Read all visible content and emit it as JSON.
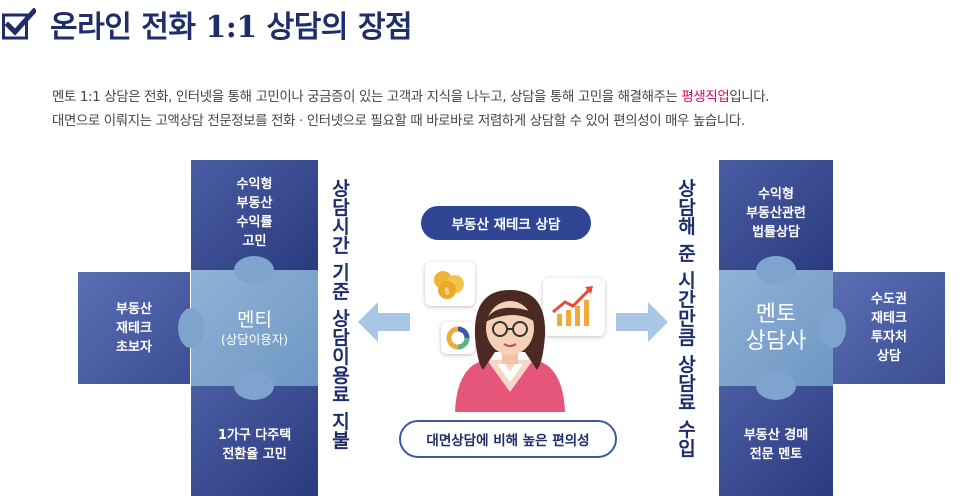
{
  "header": {
    "title": "온라인 전화 1:1 상담의 장점",
    "icon": "checkbox-icon"
  },
  "description": {
    "line1_before": "멘토 1:1 상담은 전화, 인터넷을 통해 고민이나 궁금증이 있는 고객과 지식을 나누고, 상담을 통해 고민을 해결해주는 ",
    "line1_highlight": "평생직업",
    "line1_after": "입니다.",
    "line2": "대면으로 이뤄지는 고액상담 전문정보를 전화 · 인터넷으로 필요할 때 바로바로 저렴하게 상담할 수 있어 편의성이 매우 높습니다.",
    "highlight_color": "#e1006a"
  },
  "left_puzzle": {
    "top": [
      "수익형",
      "부동산",
      "수익률",
      "고민"
    ],
    "left": [
      "부동산",
      "재테크",
      "초보자"
    ],
    "center_main": "멘티",
    "center_sub": "(상담이용자)",
    "bottom": [
      "1가구 다주택",
      "전환율 고민"
    ]
  },
  "right_puzzle": {
    "top": [
      "수익형",
      "부동산관련",
      "법률상담"
    ],
    "right": [
      "수도권",
      "재테크",
      "투자처",
      "상담"
    ],
    "center_main": [
      "멘토",
      "상담사"
    ],
    "bottom": [
      "부동산 경매",
      "전문 멘토"
    ]
  },
  "left_vertical": [
    "상",
    "담",
    "시",
    "간",
    " ",
    "기",
    "준",
    " ",
    "상",
    "담",
    "이",
    "용",
    "료",
    " ",
    "지",
    "불"
  ],
  "right_vertical": [
    "상",
    "담",
    "해",
    " ",
    "준",
    " ",
    "시",
    "간",
    "만",
    "큼",
    " ",
    "상",
    "담",
    "료",
    " ",
    "수",
    "입"
  ],
  "center": {
    "top_pill": "부동산 재테크 상담",
    "bottom_pill": "대면상담에 비해 높은 편의성",
    "icons": [
      "coins-icon",
      "chart-growth-icon",
      "donut-chart-icon",
      "consultant-woman-icon"
    ]
  },
  "colors": {
    "title": "#1f2d6b",
    "puzzle_dark": "#2b3a7e",
    "puzzle_light": "#7fa3cf",
    "arrow": "#a9c6e6"
  }
}
